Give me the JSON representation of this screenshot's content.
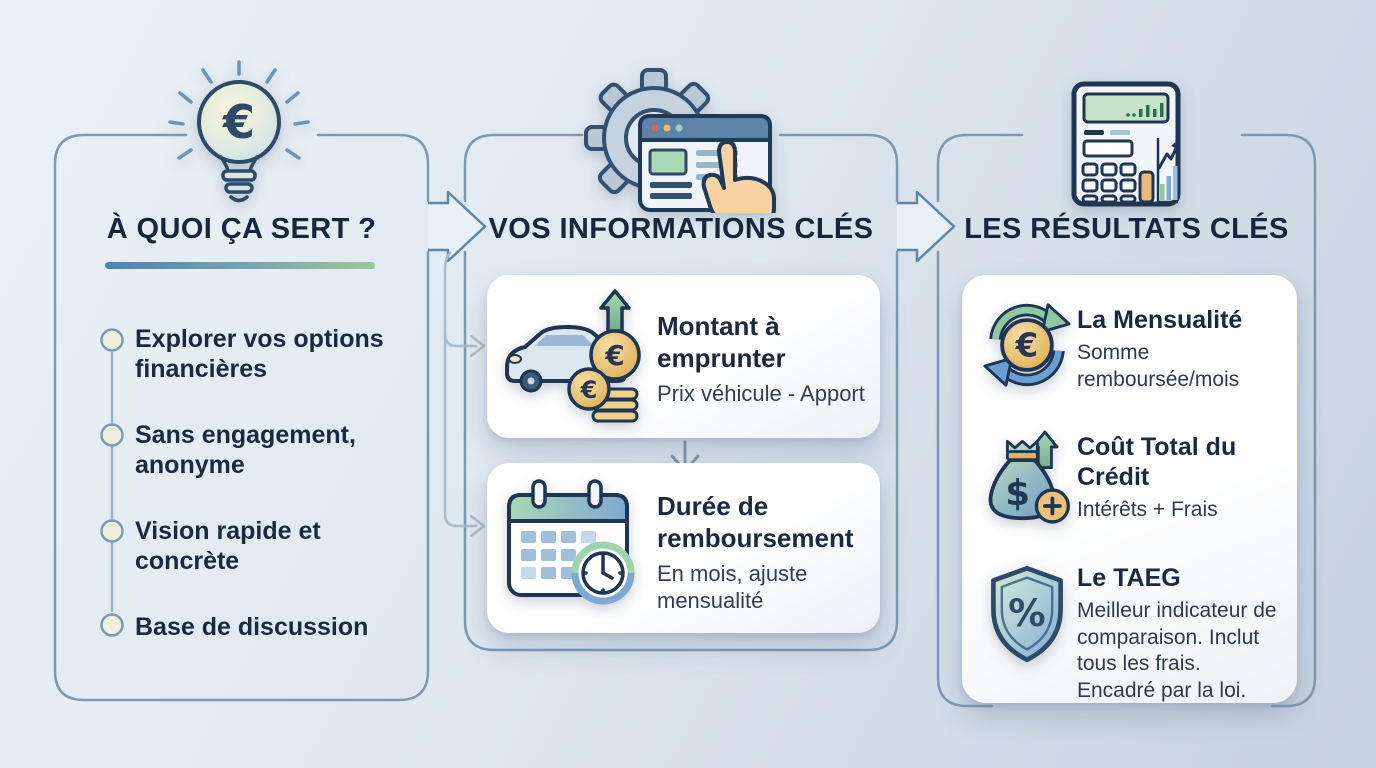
{
  "colors": {
    "background_start": "#eaf1f6",
    "background_end": "#c6d1df",
    "connector_line": "#7e98af",
    "title_text": "#16263e",
    "body_text": "#1b2940",
    "card_background": "#ffffff",
    "underline_gradient_start": "#4b83b5",
    "underline_gradient_end": "#9cc89c",
    "coin_gold": "#eec977",
    "accent_green": "#8fc9a2",
    "accent_blue": "#6b9fd4"
  },
  "icon_glyphs": {
    "euro": "€",
    "dollar": "$",
    "percent": "%"
  },
  "columns": [
    {
      "id": "purpose",
      "icon": "lightbulb-euro-icon",
      "title": "À QUOI ÇA SERT ?",
      "bullets": [
        "Explorer vos options financières",
        "Sans engagement, anonyme",
        "Vision rapide et concrète",
        "Base de discussion"
      ]
    },
    {
      "id": "inputs",
      "icon": "gear-browser-click-icon",
      "title": "VOS INFORMATIONS CLÉS",
      "cards": [
        {
          "icon": "car-coins-up-arrow-icon",
          "title": "Montant à emprunter",
          "subtitle": "Prix véhicule - Apport"
        },
        {
          "icon": "calendar-clock-icon",
          "title": "Durée de remboursement",
          "subtitle": "En mois, ajuste mensualité"
        }
      ]
    },
    {
      "id": "results",
      "icon": "calculator-chart-icon",
      "title": "LES RÉSULTATS CLÉS",
      "results": [
        {
          "icon": "cycle-arrows-euro-icon",
          "title": "La Mensualité",
          "subtitle": "Somme remboursée/mois"
        },
        {
          "icon": "money-bag-plus-icon",
          "title": "Coût Total du Crédit",
          "subtitle": "Intérêts + Frais"
        },
        {
          "icon": "shield-percent-icon",
          "title": "Le TAEG",
          "subtitle": "Meilleur indicateur de comparaison. Inclut tous les frais. Encadré par la loi."
        }
      ]
    }
  ]
}
